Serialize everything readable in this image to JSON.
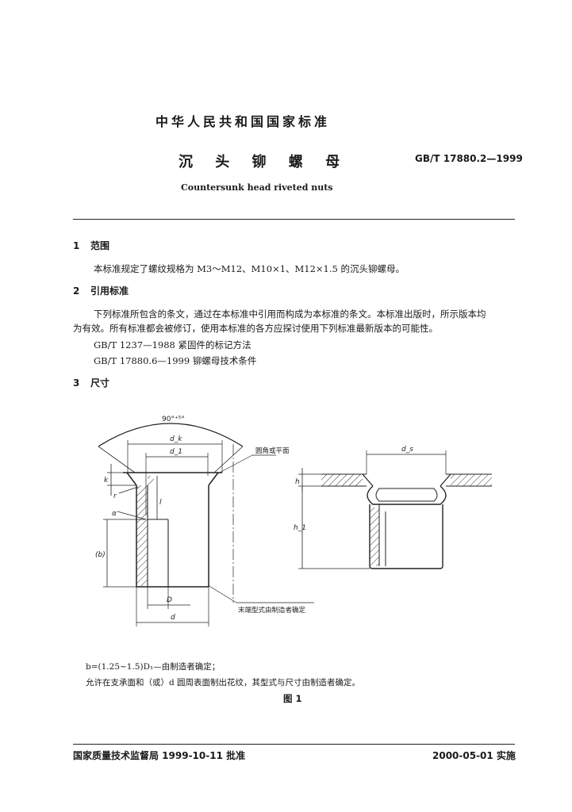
{
  "header": {
    "org": "中华人民共和国国家标准",
    "title_cn": "沉 头 铆 螺 母",
    "code": "GB/T 17880.2—1999",
    "title_en": "Countersunk head riveted nuts"
  },
  "sections": [
    {
      "num": "1",
      "title": "范围",
      "body": "本标准规定了螺纹规格为 M3～M12、M10×1、M12×1.5 的沉头铆螺母。"
    },
    {
      "num": "2",
      "title": "引用标准",
      "body_line1": "下列标准所包含的条文，通过在本标准中引用而构成为本标准的条文。本标准出版时，所示版本均",
      "body_line2": "为有效。所有标准都会被修订，使用本标准的各方应探讨使用下列标准最新版本的可能性。",
      "refs": [
        "GB/T 1237—1988  紧固件的标记方法",
        "GB/T 17880.6—1999  铆螺母技术条件"
      ]
    },
    {
      "num": "3",
      "title": "尺寸"
    }
  ],
  "figure": {
    "angle_label": "90°⁺⁵°",
    "labels": {
      "dk": "d_k",
      "ds": "d_s",
      "d1": "d_1",
      "D": "D",
      "d": "d",
      "k": "k",
      "r": "r",
      "alpha": "α",
      "b": "(b)",
      "l": "l",
      "h": "h",
      "h1": "h_1"
    },
    "callout_top": "圆角或平面",
    "callout_bottom": "末端型式由制造者确定",
    "note1": "b=(1.25~1.5)D₁—由制造者确定；",
    "note2": "允许在支承面和（或）d 圆周表面制出花纹，其型式与尺寸由制造者确定。",
    "caption": "图 1"
  },
  "footer": {
    "left": "国家质量技术监督局 1999-10-11 批准",
    "right": "2000-05-01 实施"
  }
}
